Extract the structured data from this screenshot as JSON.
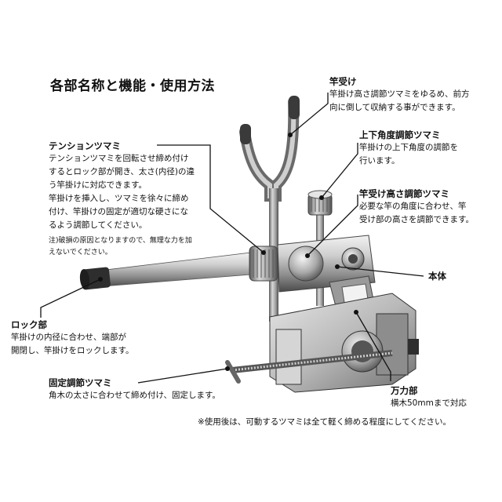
{
  "title": "各部名称と機能・使用方法",
  "parts": {
    "rod_holder": {
      "heading": "竿受け",
      "lines": [
        "竿掛け高さ調節ツマミをゆるめ、前方",
        "向に倒して収納する事ができます。"
      ]
    },
    "angle_knob": {
      "heading": "上下角度調節ツマミ",
      "lines": [
        "竿掛けの上下角度の調節を",
        "行います。"
      ]
    },
    "height_knob": {
      "heading": "竿受け高さ調節ツマミ",
      "lines": [
        "必要な竿の角度に合わせ、竿",
        "受け部の高さを調節できます。"
      ]
    },
    "tension_knob": {
      "heading": "テンションツマミ",
      "lines": [
        "テンションツマミを回転させ締め付け",
        "するとロック部が開き、太さ(内径)の違",
        "う竿掛けに対応できます。",
        "竿掛けを挿入し、ツマミを徐々に締め",
        "付け、竿掛けの固定が適切な硬さにな",
        "るよう調節してください。"
      ],
      "note": [
        "注)破損の原因となりますので、無理な力を加",
        "えないでください。"
      ]
    },
    "body": {
      "heading": "本体"
    },
    "lock": {
      "heading": "ロック部",
      "lines": [
        "竿掛けの内径に合わせ、端部が",
        "開閉し、竿掛けをロックします。"
      ]
    },
    "clamp": {
      "heading": "万力部",
      "lines": [
        "横木50mmまで対応"
      ]
    },
    "fix_knob": {
      "heading": "固定調節ツマミ",
      "lines": [
        "角木の太さに合わせて締め付け、固定します。"
      ]
    }
  },
  "footer_note": "※使用後は、可動するツマミは全て軽く締める程度にしてください。"
}
